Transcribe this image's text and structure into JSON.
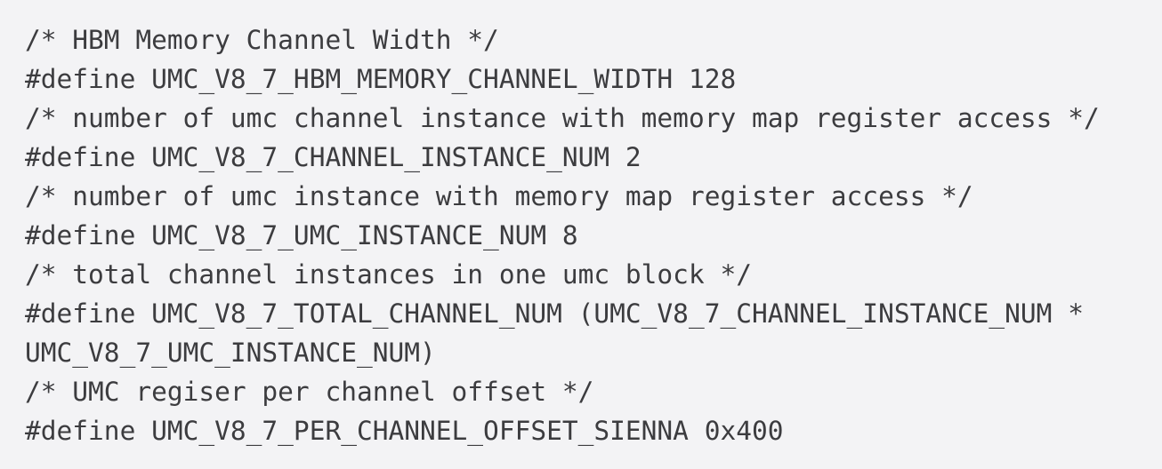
{
  "code": {
    "lines": [
      "/* HBM Memory Channel Width */",
      "#define UMC_V8_7_HBM_MEMORY_CHANNEL_WIDTH 128",
      "/* number of umc channel instance with memory map register access */",
      "#define UMC_V8_7_CHANNEL_INSTANCE_NUM 2",
      "/* number of umc instance with memory map register access */",
      "#define UMC_V8_7_UMC_INSTANCE_NUM 8",
      "/* total channel instances in one umc block */",
      "#define UMC_V8_7_TOTAL_CHANNEL_NUM (UMC_V8_7_CHANNEL_INSTANCE_NUM *",
      "UMC_V8_7_UMC_INSTANCE_NUM)",
      "/* UMC regiser per channel offset */",
      "#define UMC_V8_7_PER_CHANNEL_OFFSET_SIENNA 0x400"
    ]
  },
  "colors": {
    "background": "#f3f3f5",
    "text": "#3c3c3f"
  }
}
